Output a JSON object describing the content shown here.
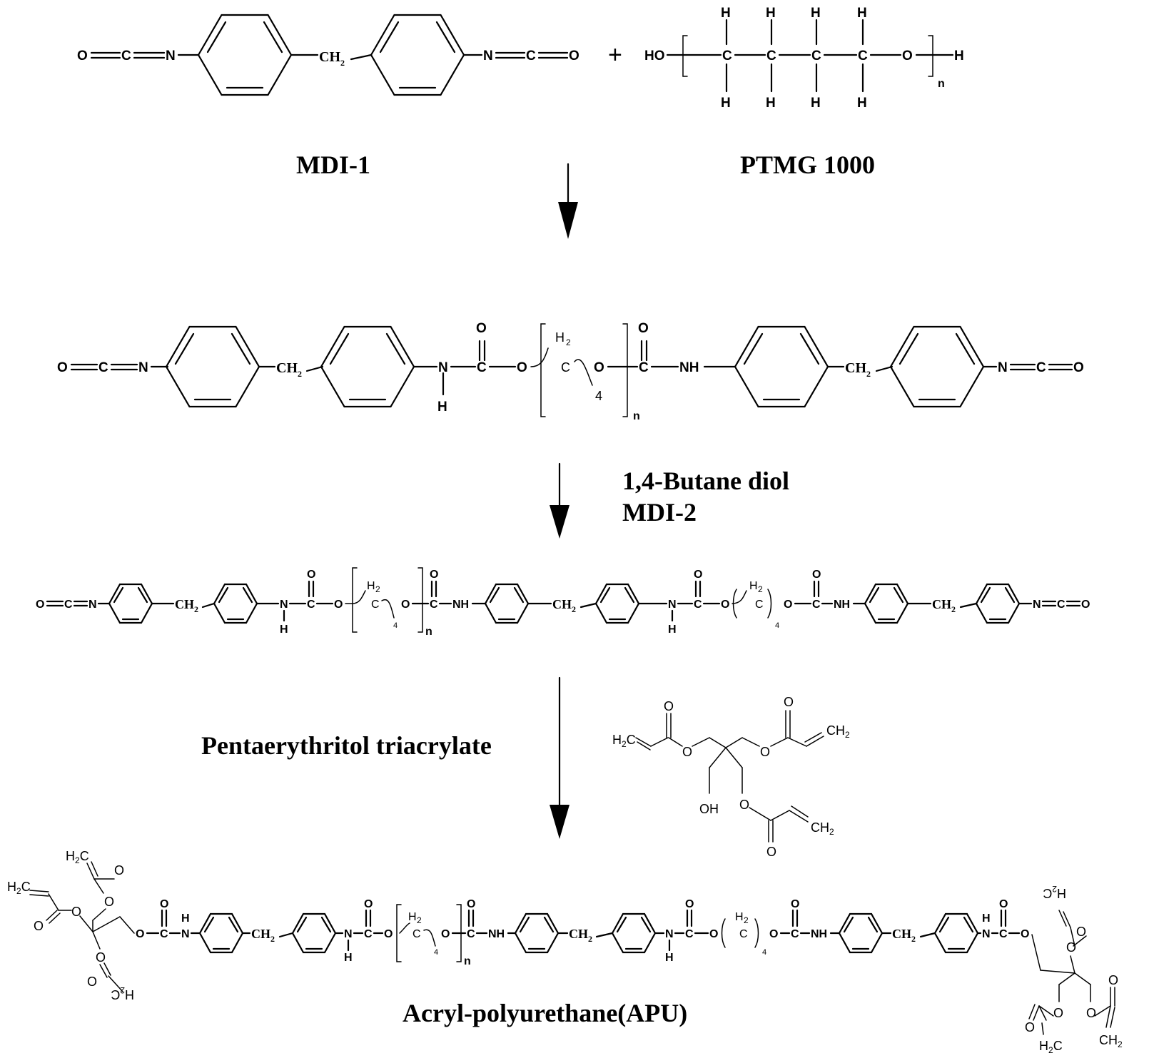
{
  "reagents": {
    "mdi1": "MDI-1",
    "ptmg": "PTMG 1000",
    "plus": "+",
    "step2_line1": "1,4-Butane diol",
    "step2_line2": "MDI-2",
    "step3": "Pentaerythritol triacrylate",
    "product": "Acryl-polyurethane(APU)"
  },
  "atoms": {
    "O": "O",
    "C": "C",
    "N": "N",
    "H": "H",
    "NH": "NH",
    "HO": "HO",
    "OH": "OH",
    "CH": "CH",
    "two": "2",
    "four": "4",
    "n": "n",
    "H2": "H",
    "H2C": "H",
    "CH2r": "CH"
  }
}
